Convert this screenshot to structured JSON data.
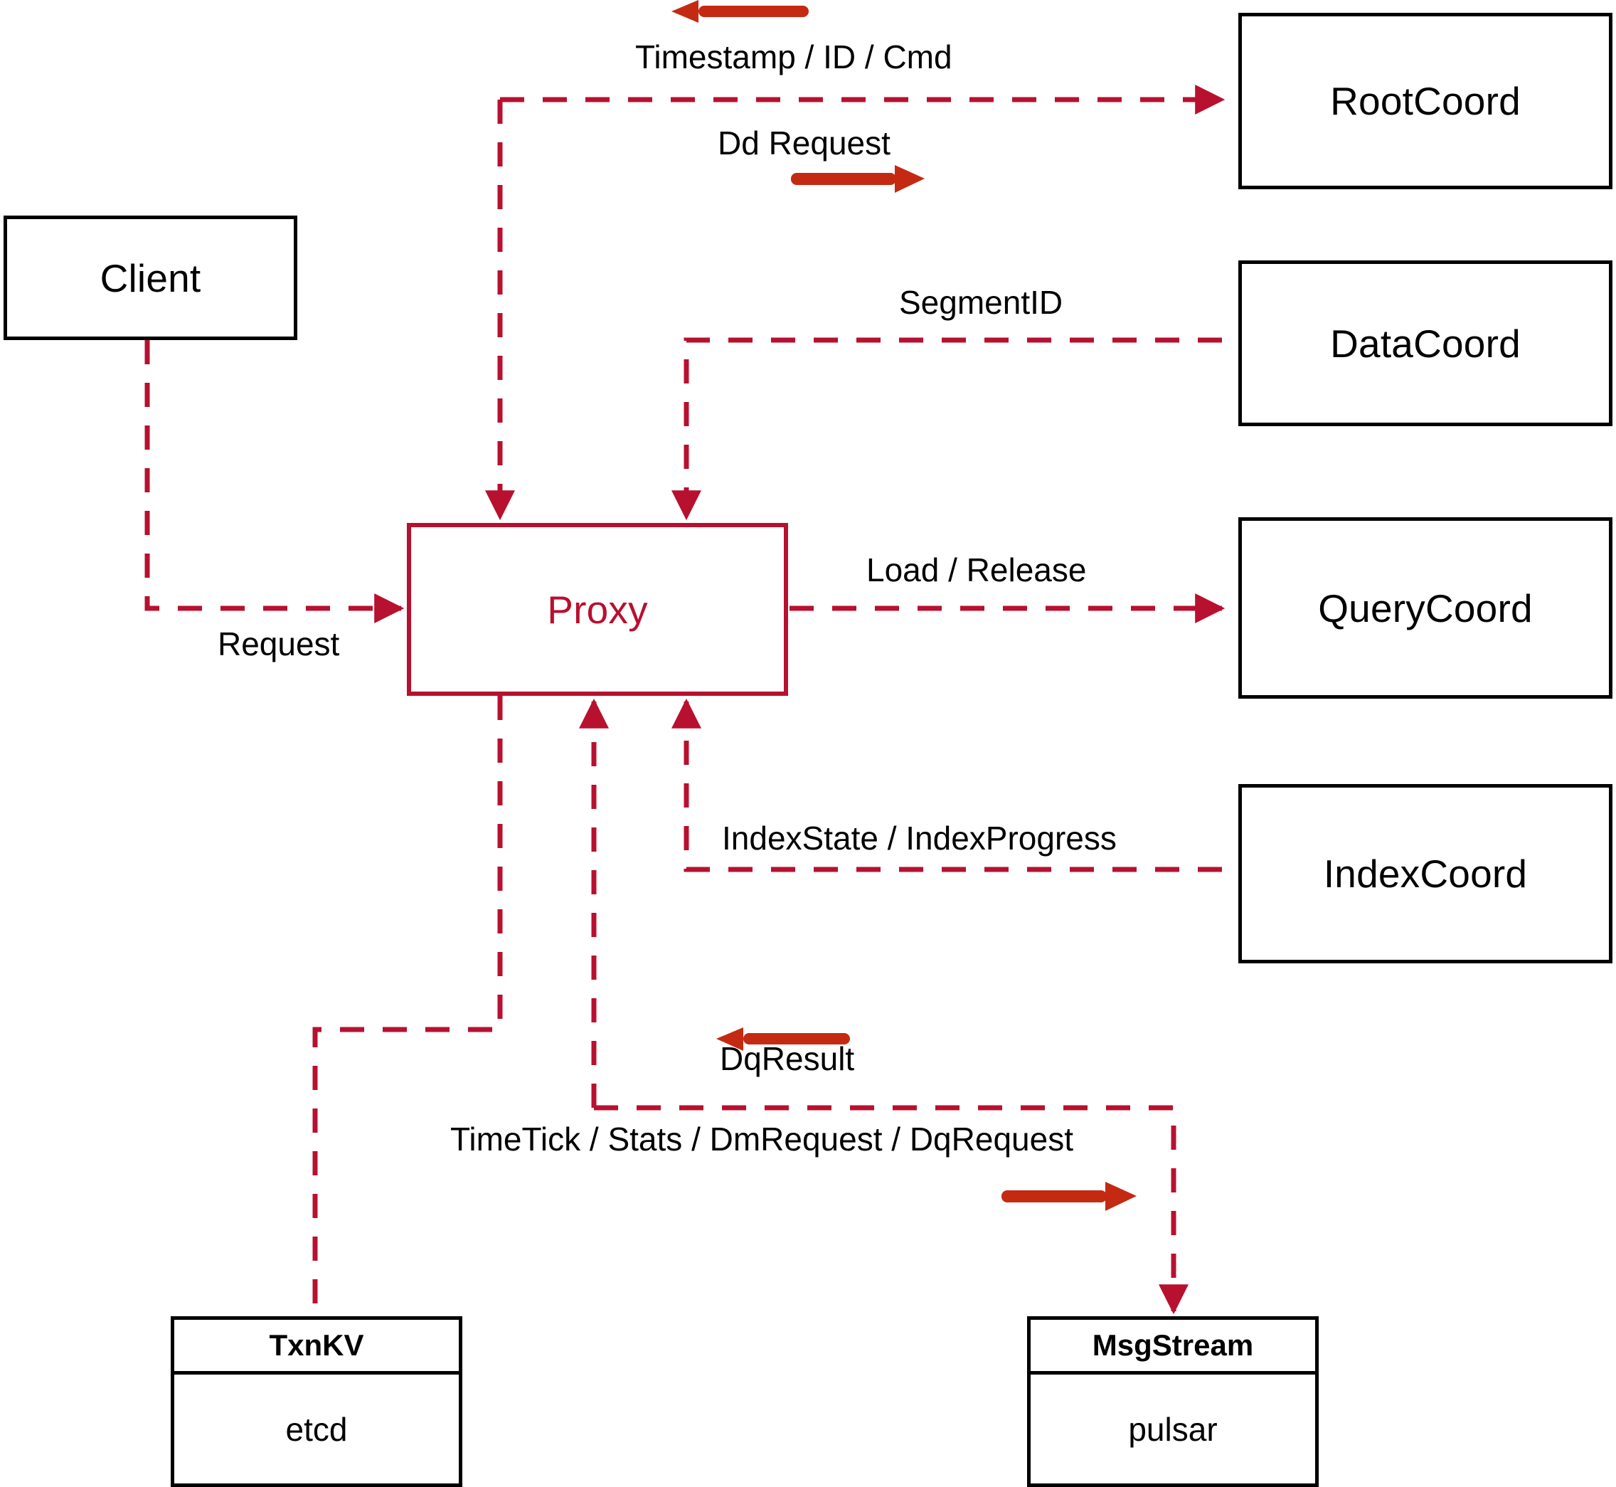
{
  "diagram": {
    "title": "Milvus Proxy interaction diagram",
    "colors": {
      "accent_line": "#B8102F",
      "direction_arrow": "#C42A12",
      "node_border": "#000000",
      "background": "#FFFFFF"
    },
    "nodes": [
      {
        "id": "client",
        "label": "Client",
        "style": "black"
      },
      {
        "id": "proxy",
        "label": "Proxy",
        "style": "accent"
      },
      {
        "id": "rootcoord",
        "label": "RootCoord",
        "style": "black"
      },
      {
        "id": "datacoord",
        "label": "DataCoord",
        "style": "black"
      },
      {
        "id": "querycoord",
        "label": "QueryCoord",
        "style": "black"
      },
      {
        "id": "indexcoord",
        "label": "IndexCoord",
        "style": "black"
      }
    ],
    "stacked_nodes": [
      {
        "id": "txnkv",
        "title": "TxnKV",
        "impl": "etcd"
      },
      {
        "id": "msgstream",
        "title": "MsgStream",
        "impl": "pulsar"
      }
    ],
    "edge_labels": [
      {
        "id": "timestamp-id-cmd",
        "text": "Timestamp / ID / Cmd"
      },
      {
        "id": "dd-request",
        "text": "Dd Request"
      },
      {
        "id": "segment-id",
        "text": "SegmentID"
      },
      {
        "id": "request",
        "text": "Request"
      },
      {
        "id": "load-release",
        "text": "Load / Release"
      },
      {
        "id": "index-state",
        "text": "IndexState / IndexProgress"
      },
      {
        "id": "dq-result",
        "text": "DqResult"
      },
      {
        "id": "timetick-stats",
        "text": "TimeTick / Stats / DmRequest / DqRequest"
      }
    ]
  }
}
